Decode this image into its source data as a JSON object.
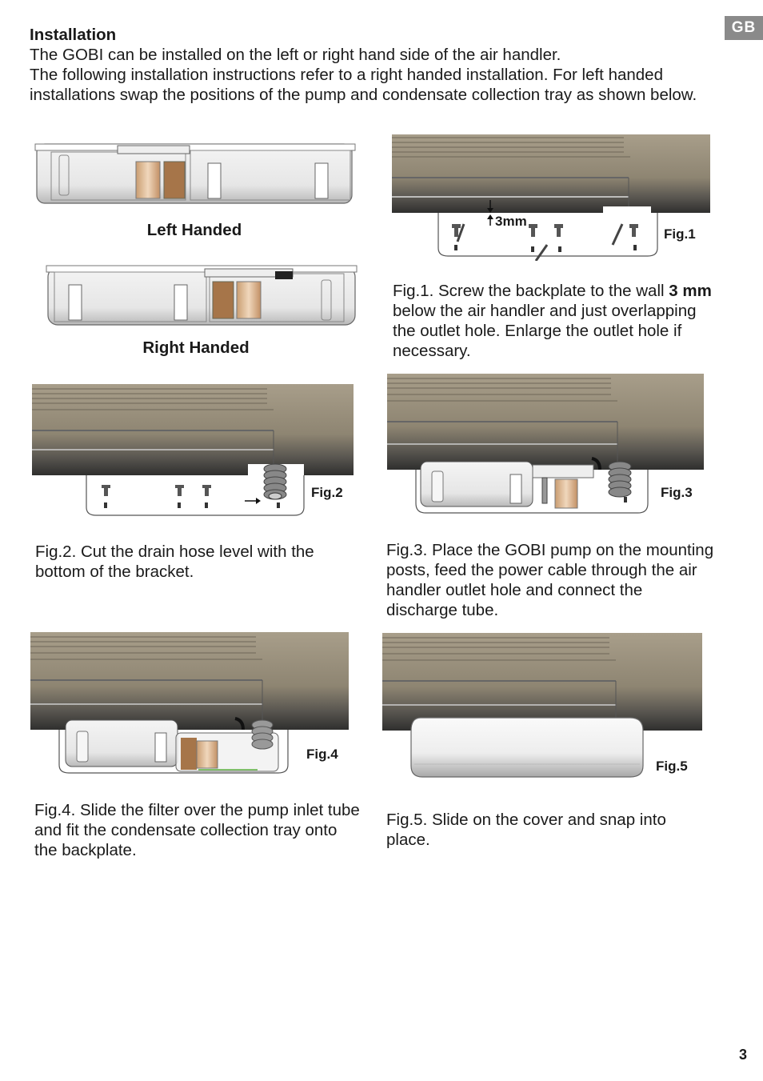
{
  "header": {
    "lang_badge": "GB"
  },
  "intro": {
    "heading": "Installation",
    "line1": "The GOBI can be installed on the left or right hand side of the air handler.",
    "line2": "The following installation instructions refer to a right handed installation. For left handed installations swap the positions of the pump and condensate collection tray as shown below."
  },
  "handed": {
    "left_label": "Left Handed",
    "right_label": "Right Handed"
  },
  "figures": {
    "fig1": {
      "label": "Fig.1",
      "dimension": "3mm",
      "caption_a": "Fig.1. Screw the backplate to the wall ",
      "caption_bold": "3 mm",
      "caption_b": " below the air handler and just overlapping the outlet hole. Enlarge the outlet hole if necessary."
    },
    "fig2": {
      "label": "Fig.2",
      "caption": "Fig.2. Cut the drain hose level with the bottom of the bracket."
    },
    "fig3": {
      "label": "Fig.3",
      "caption": "Fig.3. Place the GOBI pump on the mounting posts, feed the power cable through the air handler outlet hole and connect the discharge tube."
    },
    "fig4": {
      "label": "Fig.4",
      "caption": "Fig.4. Slide the filter over the pump inlet tube and fit the condensate collection tray onto the backplate."
    },
    "fig5": {
      "label": "Fig.5",
      "caption": "Fig.5. Slide on the cover and snap into place."
    }
  },
  "footer": {
    "page_number": "3"
  },
  "colors": {
    "unit_top": "#9a8f7a",
    "unit_dark": "#3d3d3b",
    "badge": "#8a8a8a"
  },
  "icons": [
    "air-handler-illustration",
    "backplate-illustration",
    "pump-illustration",
    "drain-hose-illustration",
    "screw-icon"
  ]
}
